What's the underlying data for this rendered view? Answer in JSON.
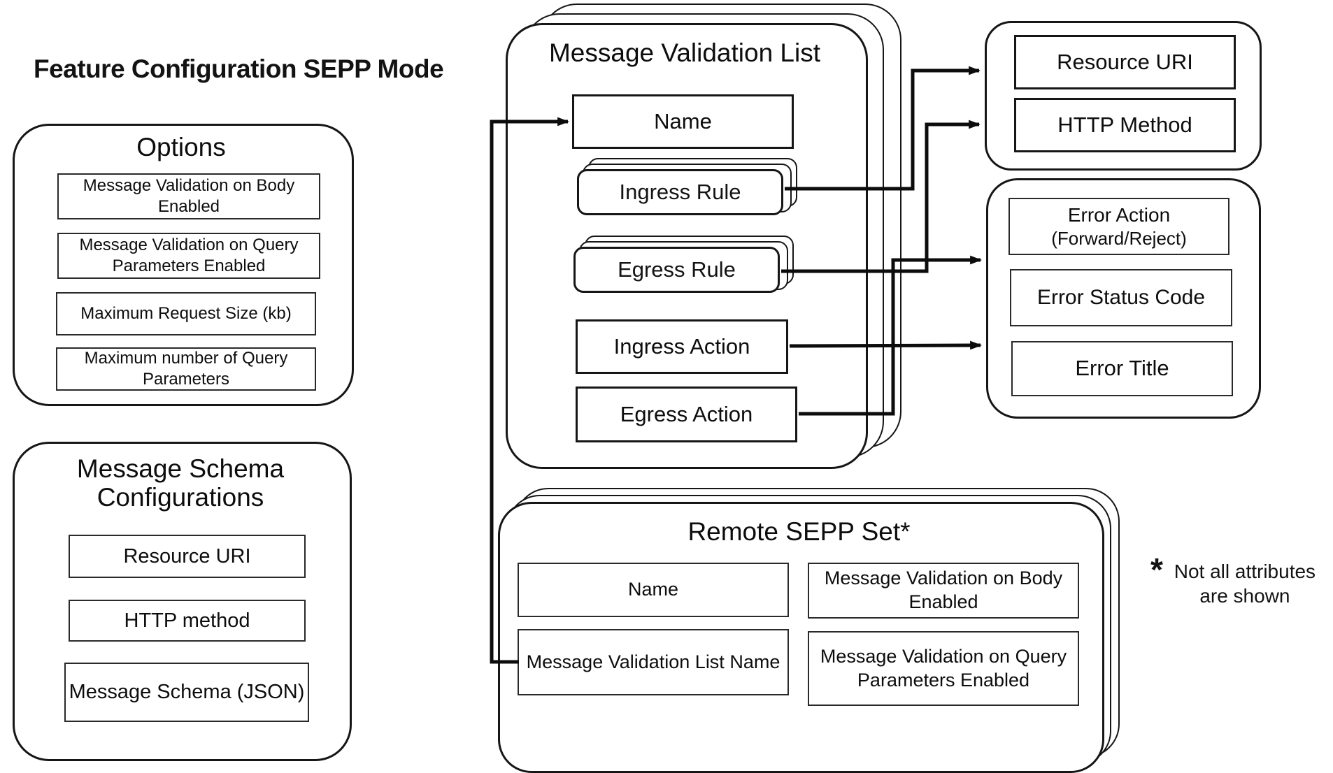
{
  "diagram_title": "Feature Configuration SEPP Mode",
  "colors": {
    "ink": "#131313",
    "background": "#ffffff"
  },
  "options_panel": {
    "title": "Options",
    "items": [
      "Message Validation on Body Enabled",
      "Message Validation on Query Parameters Enabled",
      "Maximum Request Size (kb)",
      "Maximum number of Query Parameters"
    ]
  },
  "message_schema_panel": {
    "title": "Message Schema Configurations",
    "items": [
      "Resource URI",
      "HTTP method",
      "Message Schema (JSON)"
    ]
  },
  "message_validation_list_panel": {
    "title": "Message Validation List",
    "name": "Name",
    "ingress_rule": "Ingress Rule",
    "egress_rule": "Egress Rule",
    "ingress_action": "Ingress Action",
    "egress_action": "Egress Action"
  },
  "rule_detail_panel": {
    "resource_uri": "Resource URI",
    "http_method": "HTTP Method"
  },
  "error_detail_panel": {
    "error_action_line1": "Error Action",
    "error_action_line2": "(Forward/Reject)",
    "error_status_code": "Error Status Code",
    "error_title": "Error Title"
  },
  "remote_sepp_panel": {
    "title": "Remote SEPP Set*",
    "name": "Name",
    "validation_list_name": "Message Validation List Name",
    "mv_body_enabled": "Message Validation on Body Enabled",
    "mv_query_enabled": "Message Validation on Query Parameters Enabled"
  },
  "footnote": {
    "marker": "*",
    "text": "Not all attributes are shown"
  }
}
